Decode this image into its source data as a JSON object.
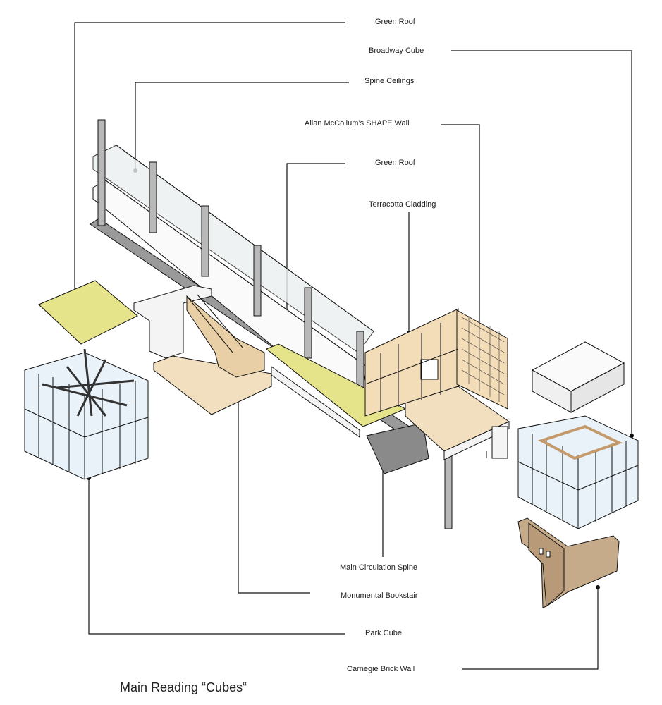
{
  "title": "Main Reading “Cubes“",
  "labels": {
    "green_roof_top": "Green Roof",
    "broadway_cube": "Broadway Cube",
    "spine_ceilings": "Spine Ceilings",
    "shape_wall": "Allan McCollum’s SHAPE Wall",
    "green_roof_mid": "Green Roof",
    "terracotta": "Terracotta Cladding",
    "main_spine": "Main Circulation Spine",
    "bookstair": "Monumental Bookstair",
    "park_cube": "Park Cube",
    "brick_wall": "Carnegie Brick Wall"
  },
  "colors": {
    "green_roof": "#e6e48a",
    "terracotta": "#f3dcb8",
    "floor": "#f2dfc0",
    "glass": "#e8f2f8",
    "shadow": "#8a8a8a",
    "brick": "#c6ab8a",
    "line": "#111111"
  }
}
